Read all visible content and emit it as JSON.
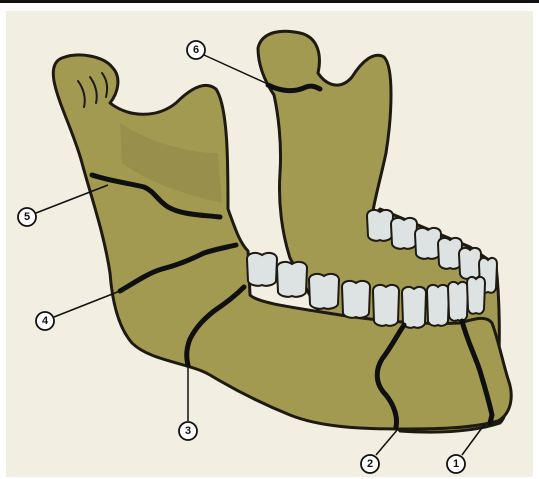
{
  "diagram": {
    "background_color": "#f2eee2",
    "bone_color": "#a39a52",
    "bone_outline": "#1d1a12",
    "tooth_color": "#dde3e3",
    "fracture_color": "#0f0f0f",
    "callouts": [
      {
        "id": "1",
        "label": "1"
      },
      {
        "id": "2",
        "label": "2"
      },
      {
        "id": "3",
        "label": "3"
      },
      {
        "id": "4",
        "label": "4"
      },
      {
        "id": "5",
        "label": "5"
      },
      {
        "id": "6",
        "label": "6"
      }
    ]
  }
}
